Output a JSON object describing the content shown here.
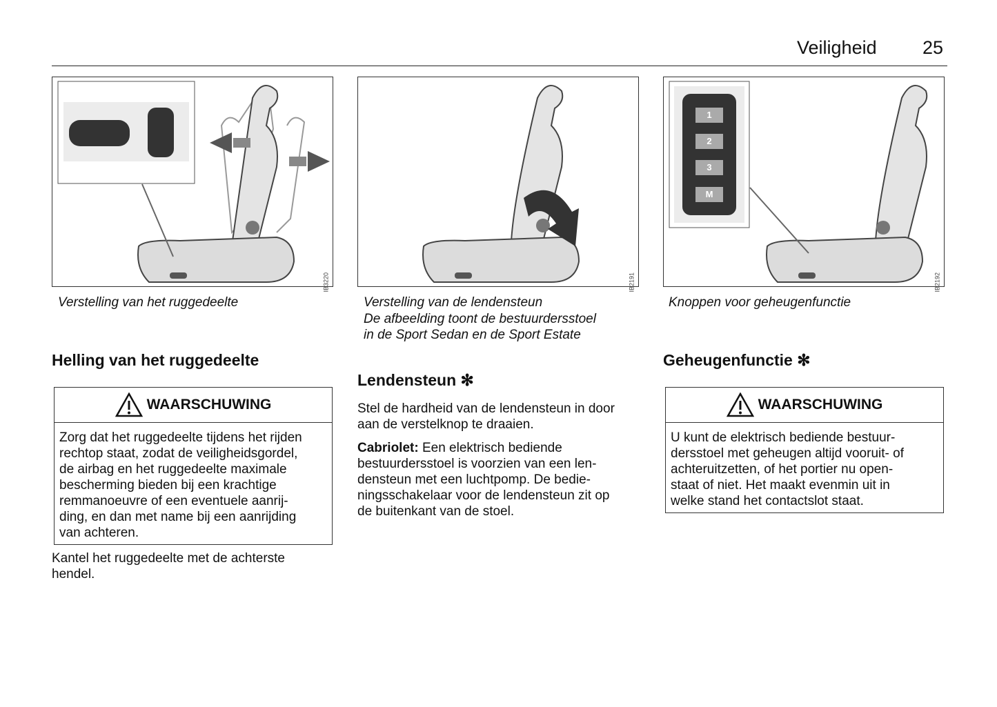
{
  "header": {
    "section": "Veiligheid",
    "page_number": "25"
  },
  "figures": [
    {
      "code": "IB3220",
      "caption": [
        "Verstelling van het ruggedeelte"
      ]
    },
    {
      "code": "IB2191",
      "caption": [
        "Verstelling van de lendensteun",
        "De afbeelding toont de bestuurdersstoel",
        "in de Sport Sedan en de Sport Estate"
      ]
    },
    {
      "code": "IB2192",
      "caption": [
        "Knoppen voor geheugenfunctie"
      ],
      "buttons": [
        "1",
        "2",
        "3",
        "M"
      ]
    }
  ],
  "col1": {
    "heading": "Helling van het ruggedeelte",
    "warning_title": "WAARSCHUWING",
    "warning_lines": [
      "Zorg dat het ruggedeelte tijdens het rijden",
      "rechtop staat, zodat de veiligheidsgordel,",
      "de airbag en het ruggedeelte maximale",
      "bescherming bieden bij een krachtige",
      "remmanoeuvre of een eventuele aanrij-",
      "ding, en dan met name bij een aanrijding",
      "van achteren."
    ],
    "body_lines": [
      "Kantel het ruggedeelte met de achterste",
      "hendel."
    ]
  },
  "col2": {
    "heading": "Lendensteun",
    "asterisk": "✻",
    "para1_lines": [
      "Stel de hardheid van de lendensteun in door",
      "aan de verstelknop te draaien."
    ],
    "para2_bold": "Cabriolet:",
    "para2_lines": [
      " Een elektrisch bediende",
      "bestuurdersstoel is voorzien van een len-",
      "densteun met een luchtpomp. De bedie-",
      "ningsschakelaar voor de lendensteun zit op",
      "de buitenkant van de stoel."
    ]
  },
  "col3": {
    "heading": "Geheugenfunctie",
    "asterisk": "✻",
    "warning_title": "WAARSCHUWING",
    "warning_lines": [
      "U kunt de elektrisch bediende bestuur-",
      "dersstoel met geheugen altijd vooruit- of",
      "achteruitzetten, of het portier nu open-",
      "staat of niet. Het maakt evenmin uit in",
      "welke stand het contactslot staat."
    ]
  }
}
